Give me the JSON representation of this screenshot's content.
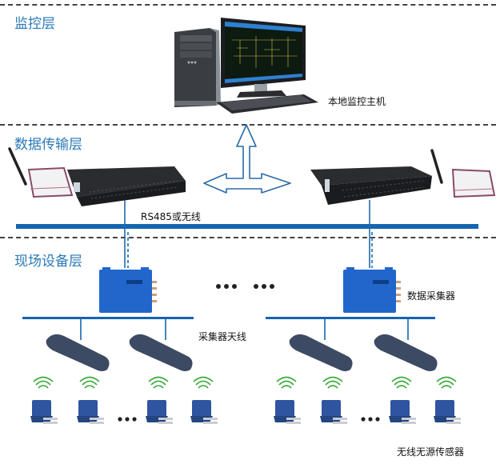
{
  "layers": [
    {
      "title": "监控层"
    },
    {
      "title": "数据传输层"
    },
    {
      "title": "现场设备层"
    }
  ],
  "labels": {
    "host": "本地监控主机",
    "bus": "RS485或无线",
    "collector": "数据采集器",
    "antenna": "采集器天线",
    "sensor": "无线无源传感器",
    "ellipsis": "• • •"
  },
  "colors": {
    "accent": "#2a7ab8",
    "bus": "#1565b0",
    "device_blue": "#2266cc",
    "antenna_body": "#3c4a63",
    "sensor_body": "#2f55a0",
    "signal_green": "#3aa83a"
  }
}
